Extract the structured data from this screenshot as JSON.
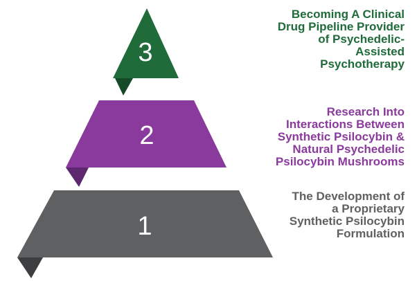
{
  "tiers": [
    {
      "number": "3",
      "label": "Becoming A Clinical\nDrug Pipeline Provider\nof Psychedelic-\nAssisted\nPsychotherapy",
      "color": "#1f6b3a",
      "shadow_color": "#154a28"
    },
    {
      "number": "2",
      "label": "Research Into\nInteractions Between\nSynthetic Psilocybin &\nNatural Psychedelic\nPsilocybin Mushrooms",
      "color": "#8a3a9c",
      "shadow_color": "#5e2870"
    },
    {
      "number": "1",
      "label": "The Development of\na Proprietary\nSynthetic Psilocybin\nFormulation",
      "color": "#5f6062",
      "shadow_color": "#3d3e40"
    }
  ]
}
